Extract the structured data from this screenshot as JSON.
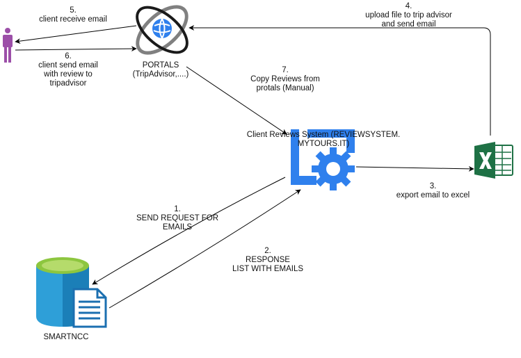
{
  "labels": {
    "portals": "PORTALS\n(TripAdvisor,....)",
    "client_system": "Client Reviews System (REVIEWSYSTEM.\nMYTOURS.IT)",
    "smartncc": "SMARTNCC"
  },
  "steps": {
    "s1": "1.\nSEND REQUEST FOR\nEMAILS",
    "s2": "2.\nRESPONSE\nLIST WITH EMAILS",
    "s3": "3.\nexport email to excel",
    "s4": "4.\nupload file to trip advisor\nand send email",
    "s5": "5.\nclient receive email",
    "s6": "6.\nclient send email\nwith review to\ntripadvisor",
    "s7": "7.\nCopy Reviews from\nprotals (Manual)"
  },
  "colors": {
    "edge": "#000000",
    "system_blue": "#2F80ED",
    "db_top": "#8DC63F",
    "db_body": "#2E9FD8",
    "excel_green": "#1E7145",
    "person": "#9C4FA8",
    "portal_ring": "#808080"
  },
  "icons": {
    "portals": "portal-globe-icon",
    "system": "settings-gear-icon",
    "excel": "excel-icon",
    "database": "database-document-icon",
    "client": "person-icon"
  }
}
